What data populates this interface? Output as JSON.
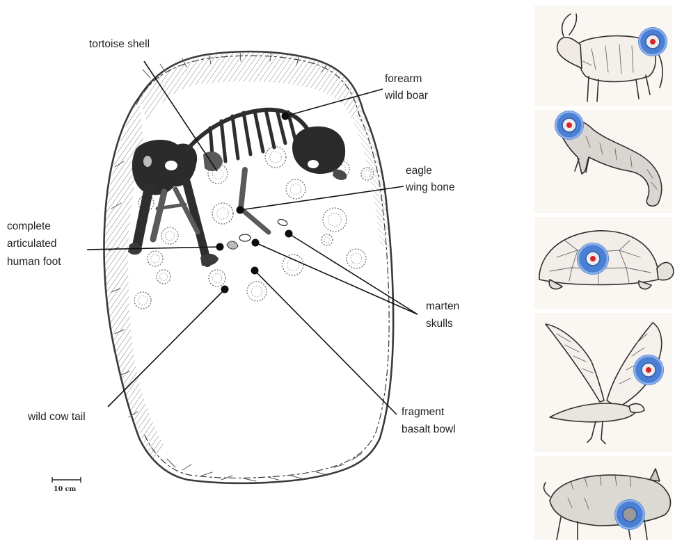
{
  "labels": {
    "tortoise_shell": [
      "tortoise shell"
    ],
    "forearm_wild_boar": [
      "forearm",
      "wild boar"
    ],
    "eagle_wing_bone": [
      "eagle",
      "wing bone"
    ],
    "human_foot": [
      "complete",
      "articulated",
      "human foot"
    ],
    "marten_skulls": [
      "marten",
      "skulls"
    ],
    "wild_cow_tail": [
      "wild cow tail"
    ],
    "basalt_bowl": [
      "fragment",
      "basalt bowl"
    ]
  },
  "scale_bar": {
    "label": "10 cm"
  },
  "illustrations": [
    "cow-illustration",
    "marten-illustration",
    "tortoise-illustration",
    "eagle-illustration",
    "boar-illustration"
  ],
  "colors": {
    "marker": "#4b7fd3",
    "marker_rim": "#8fb2ec",
    "marker_center": "#d8232a"
  }
}
